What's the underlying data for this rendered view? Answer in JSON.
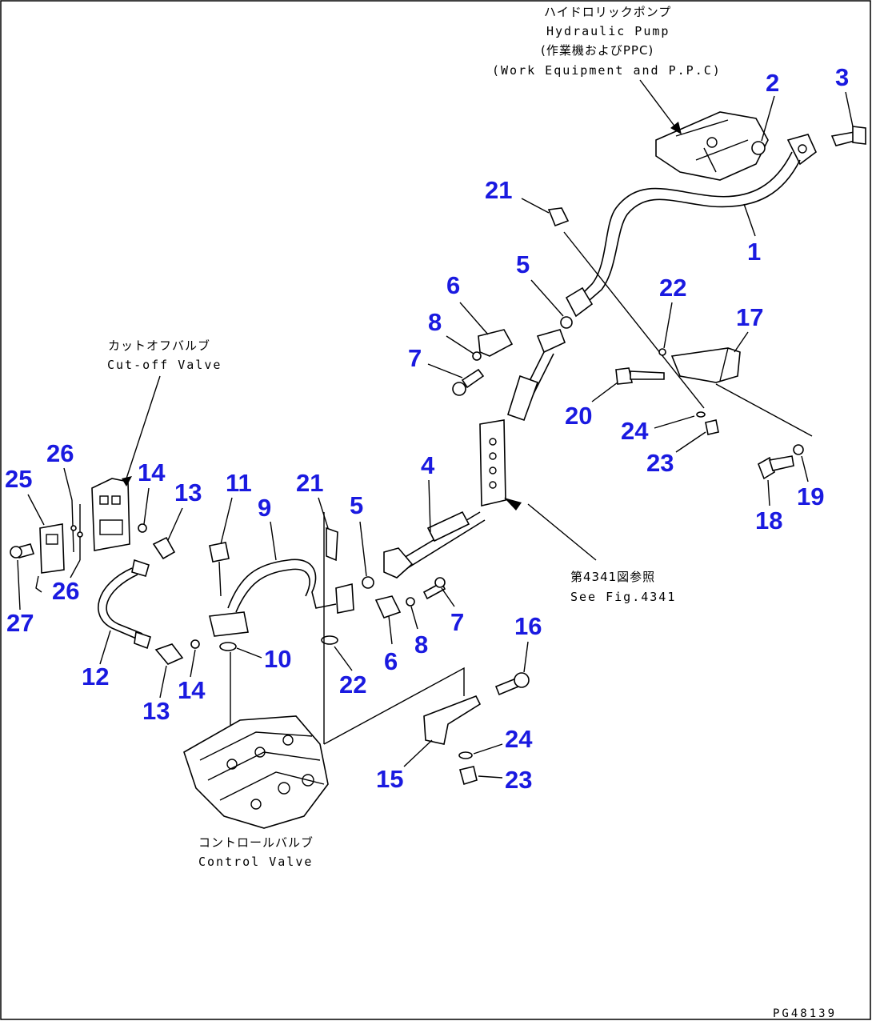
{
  "diagram": {
    "part_id": "PG48139",
    "labels": {
      "pump_jp": "ハイドロリックポンプ",
      "pump_en": "Hydraulic Pump",
      "pump_sub_jp": "(作業機およびPPC)",
      "pump_sub_en": "(Work Equipment and P.P.C)",
      "cutoff_jp": "カットオフバルブ",
      "cutoff_en": "Cut-off Valve",
      "control_jp": "コントロールバルブ",
      "control_en": "Control Valve",
      "fig_jp": "第4341図参照",
      "fig_en": "See Fig.4341"
    },
    "callouts": {
      "c1": "1",
      "c2": "2",
      "c3": "3",
      "c4": "4",
      "c5a": "5",
      "c5b": "5",
      "c6a": "6",
      "c6b": "6",
      "c7a": "7",
      "c7b": "7",
      "c8a": "8",
      "c8b": "8",
      "c9": "9",
      "c10": "10",
      "c11": "11",
      "c12": "12",
      "c13a": "13",
      "c13b": "13",
      "c14a": "14",
      "c14b": "14",
      "c15": "15",
      "c16": "16",
      "c17": "17",
      "c18": "18",
      "c19": "19",
      "c20": "20",
      "c21a": "21",
      "c21b": "21",
      "c22a": "22",
      "c22b": "22",
      "c23a": "23",
      "c23b": "23",
      "c24a": "24",
      "c24b": "24",
      "c25": "25",
      "c26a": "26",
      "c26b": "26",
      "c27": "27"
    }
  }
}
